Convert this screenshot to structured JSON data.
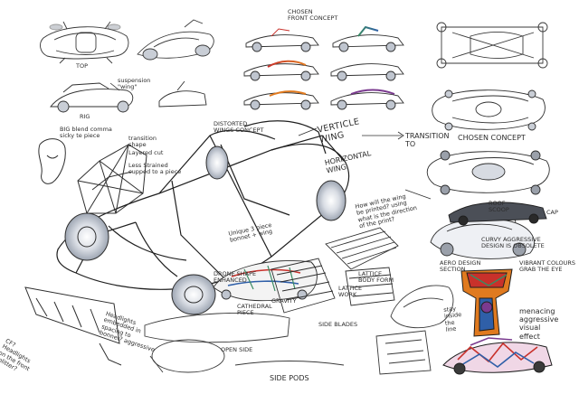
{
  "colors": {
    "paper": "#ffffff",
    "pencil": "#2f2f2f",
    "light_pencil": "#8a8a8a",
    "marker_red": "#c8312b",
    "marker_blue": "#2f5fa8",
    "marker_orange": "#e07a1f",
    "marker_purple": "#7a3a8f",
    "marker_green": "#3a8a63"
  },
  "annotations": {
    "top_left": "TOP",
    "top_center": "CHOSEN\nFRONT CONCEPT",
    "suspension_wing": "suspension\n\"wing\"",
    "rig_label": "RIG",
    "hand_grip": "BIG blend comma\nsicky te piece",
    "seat_notes_1": "transition\nshape",
    "seat_notes_2": "Layered cut",
    "seat_notes_3": "Less Strained\ncupped to a piece",
    "distorted_wings": "DISTORTED\nWINGS CONCEPT",
    "vertical_wing": "VERTICLE\nWING",
    "transition_to": "TRANSITION\nTO",
    "chosen_concept": "CHOSEN CONCEPT",
    "horizontal_wing": "HORIZONTAL\nWING",
    "wing_question": "How will the wing\nbe printed? using\nwhat is the direction\nof the print?",
    "unique_piece": "Unique 3 piece\nbonnet + wing",
    "curvy_aggressive": "CURVY AGGRESSIVE\nDESIGN IS OBSOLETE",
    "aero_note": "AERO DESIGN\nSECTION",
    "vibrant_note": "VIBRANT COLOURS\nGRAB THE EYE",
    "headlights": "CF?\nHeadlights\non the front\nsplitter?",
    "headlights_flat": "Headlights\nembedded in\nspacing to\nbonnet? aggressive",
    "cathedral": "CATHEDRAL\nPIECE",
    "hovercraft": "DRONE SHAPE\nENHANCED",
    "gravity": "GRAVITY",
    "open_tube": "OPEN SIDE",
    "side_blades": "SIDE BLADES",
    "side_pods": "SIDE PODS",
    "menacing": "menacing\naggressive\nvisual\neffect",
    "stay_inside": "stay\ninside\nthe\nline",
    "lattice": "LATTICE\nWORK",
    "lattice_small": "LATTICE\nBODY FORM",
    "roof_scoop": "ROOF\nSCOOP",
    "cap_note": "CAP"
  }
}
